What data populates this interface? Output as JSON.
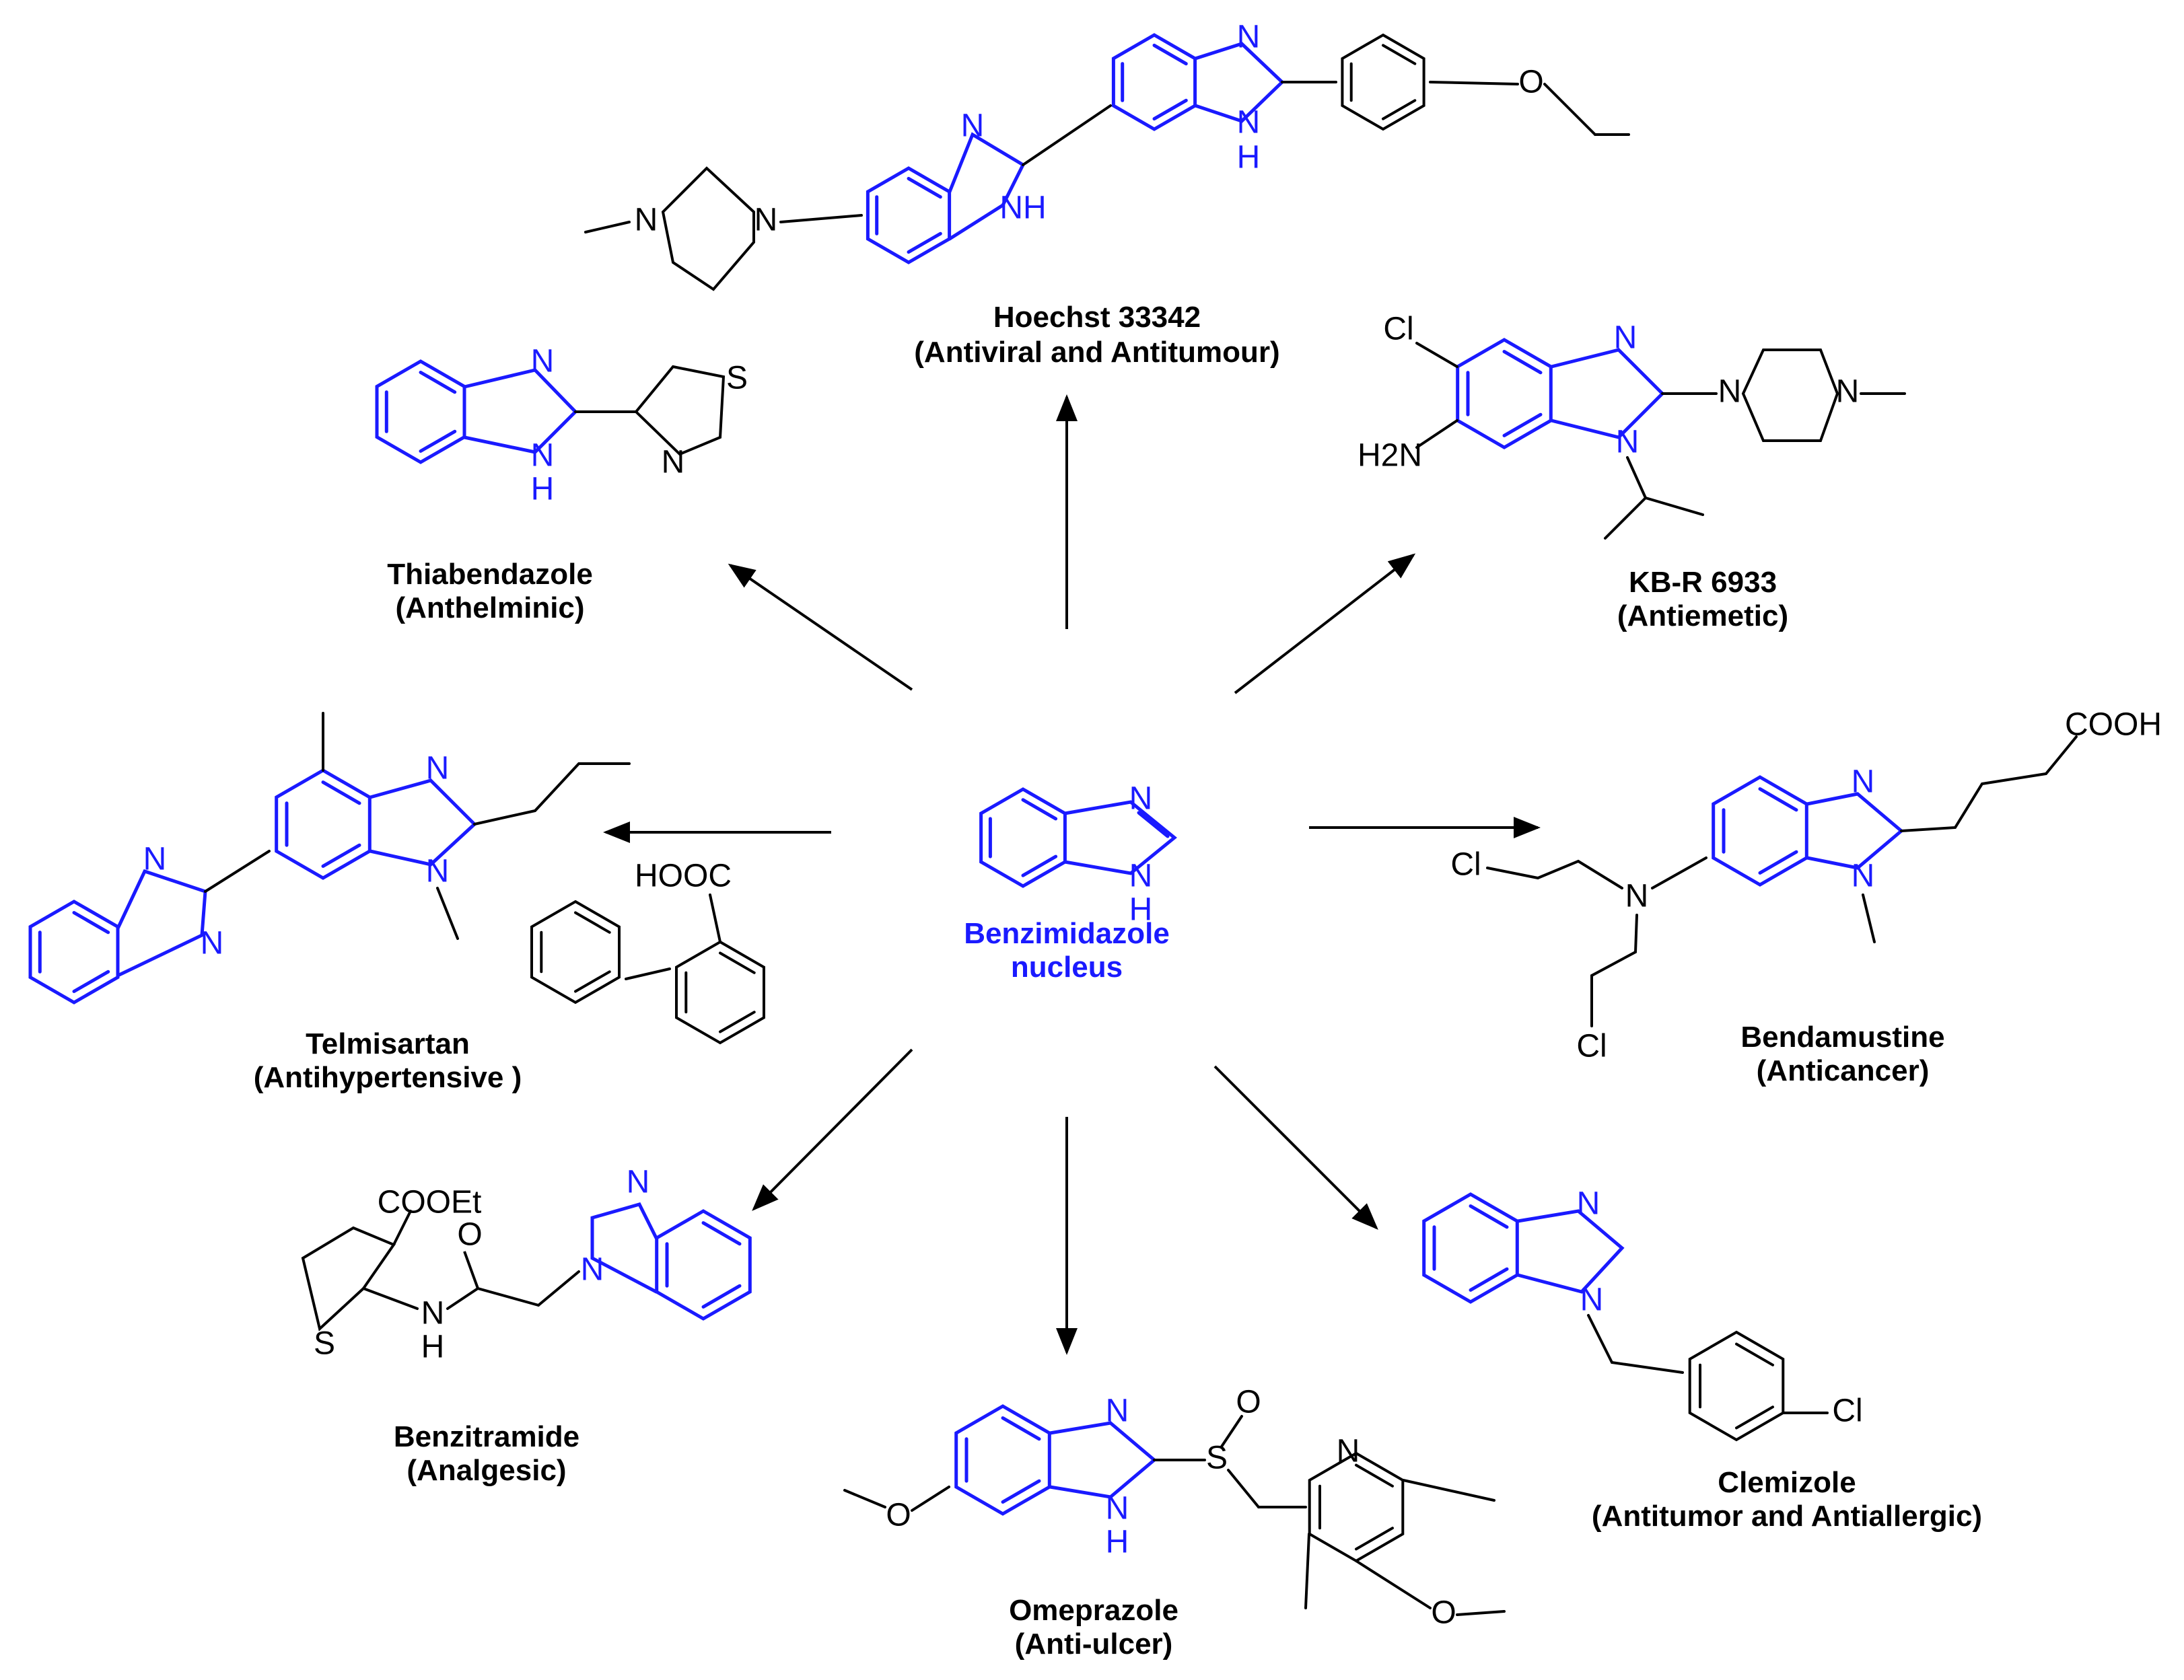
{
  "colors": {
    "nucleus": "#1a1aff",
    "bond": "#000000",
    "background": "#ffffff"
  },
  "center": {
    "line1": "Benzimidazole",
    "line2": "nucleus"
  },
  "compounds": [
    {
      "key": "hoechst",
      "name": "Hoechst 33342",
      "activity": "(Antiviral and Antitumour)"
    },
    {
      "key": "thiabendazole",
      "name": "Thiabendazole",
      "activity": "(Anthelminic)"
    },
    {
      "key": "kbr",
      "name": "KB-R 6933",
      "activity": "(Antiemetic)"
    },
    {
      "key": "telmisartan",
      "name": "Telmisartan",
      "activity": "(Antihypertensive )"
    },
    {
      "key": "bendamustine",
      "name": "Bendamustine",
      "activity": "(Anticancer)"
    },
    {
      "key": "benzitramide",
      "name": "Benzitramide",
      "activity": "(Analgesic)"
    },
    {
      "key": "omeprazole",
      "name": "Omeprazole",
      "activity": "(Anti-ulcer)"
    },
    {
      "key": "clemizole",
      "name": "Clemizole",
      "activity": "(Antitumor and Antiallergic)"
    }
  ],
  "atoms": {
    "N": "N",
    "NH": "NH",
    "H": "H",
    "O": "O",
    "S": "S",
    "Cl": "Cl",
    "H2N": "H2N",
    "COOH": "COOH",
    "HOOC": "HOOC",
    "COOEt": "COOEt"
  }
}
